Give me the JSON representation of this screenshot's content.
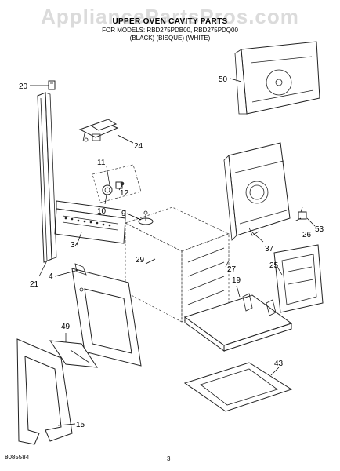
{
  "watermark": "AppliancePartsPros.com",
  "header": {
    "title": "UPPER OVEN CAVITY PARTS",
    "models": "FOR MODELS: RBD275PDB00, RBD275PDQ00",
    "colors": "(BLACK)  (BISQUE)  (WHITE)"
  },
  "footer": {
    "doc_number": "8085584",
    "page": "3"
  },
  "callouts": [
    "20",
    "50",
    "24",
    "11",
    "12",
    "10",
    "9",
    "26",
    "53",
    "34",
    "37",
    "29",
    "27",
    "25",
    "21",
    "4",
    "19",
    "49",
    "43",
    "15"
  ]
}
